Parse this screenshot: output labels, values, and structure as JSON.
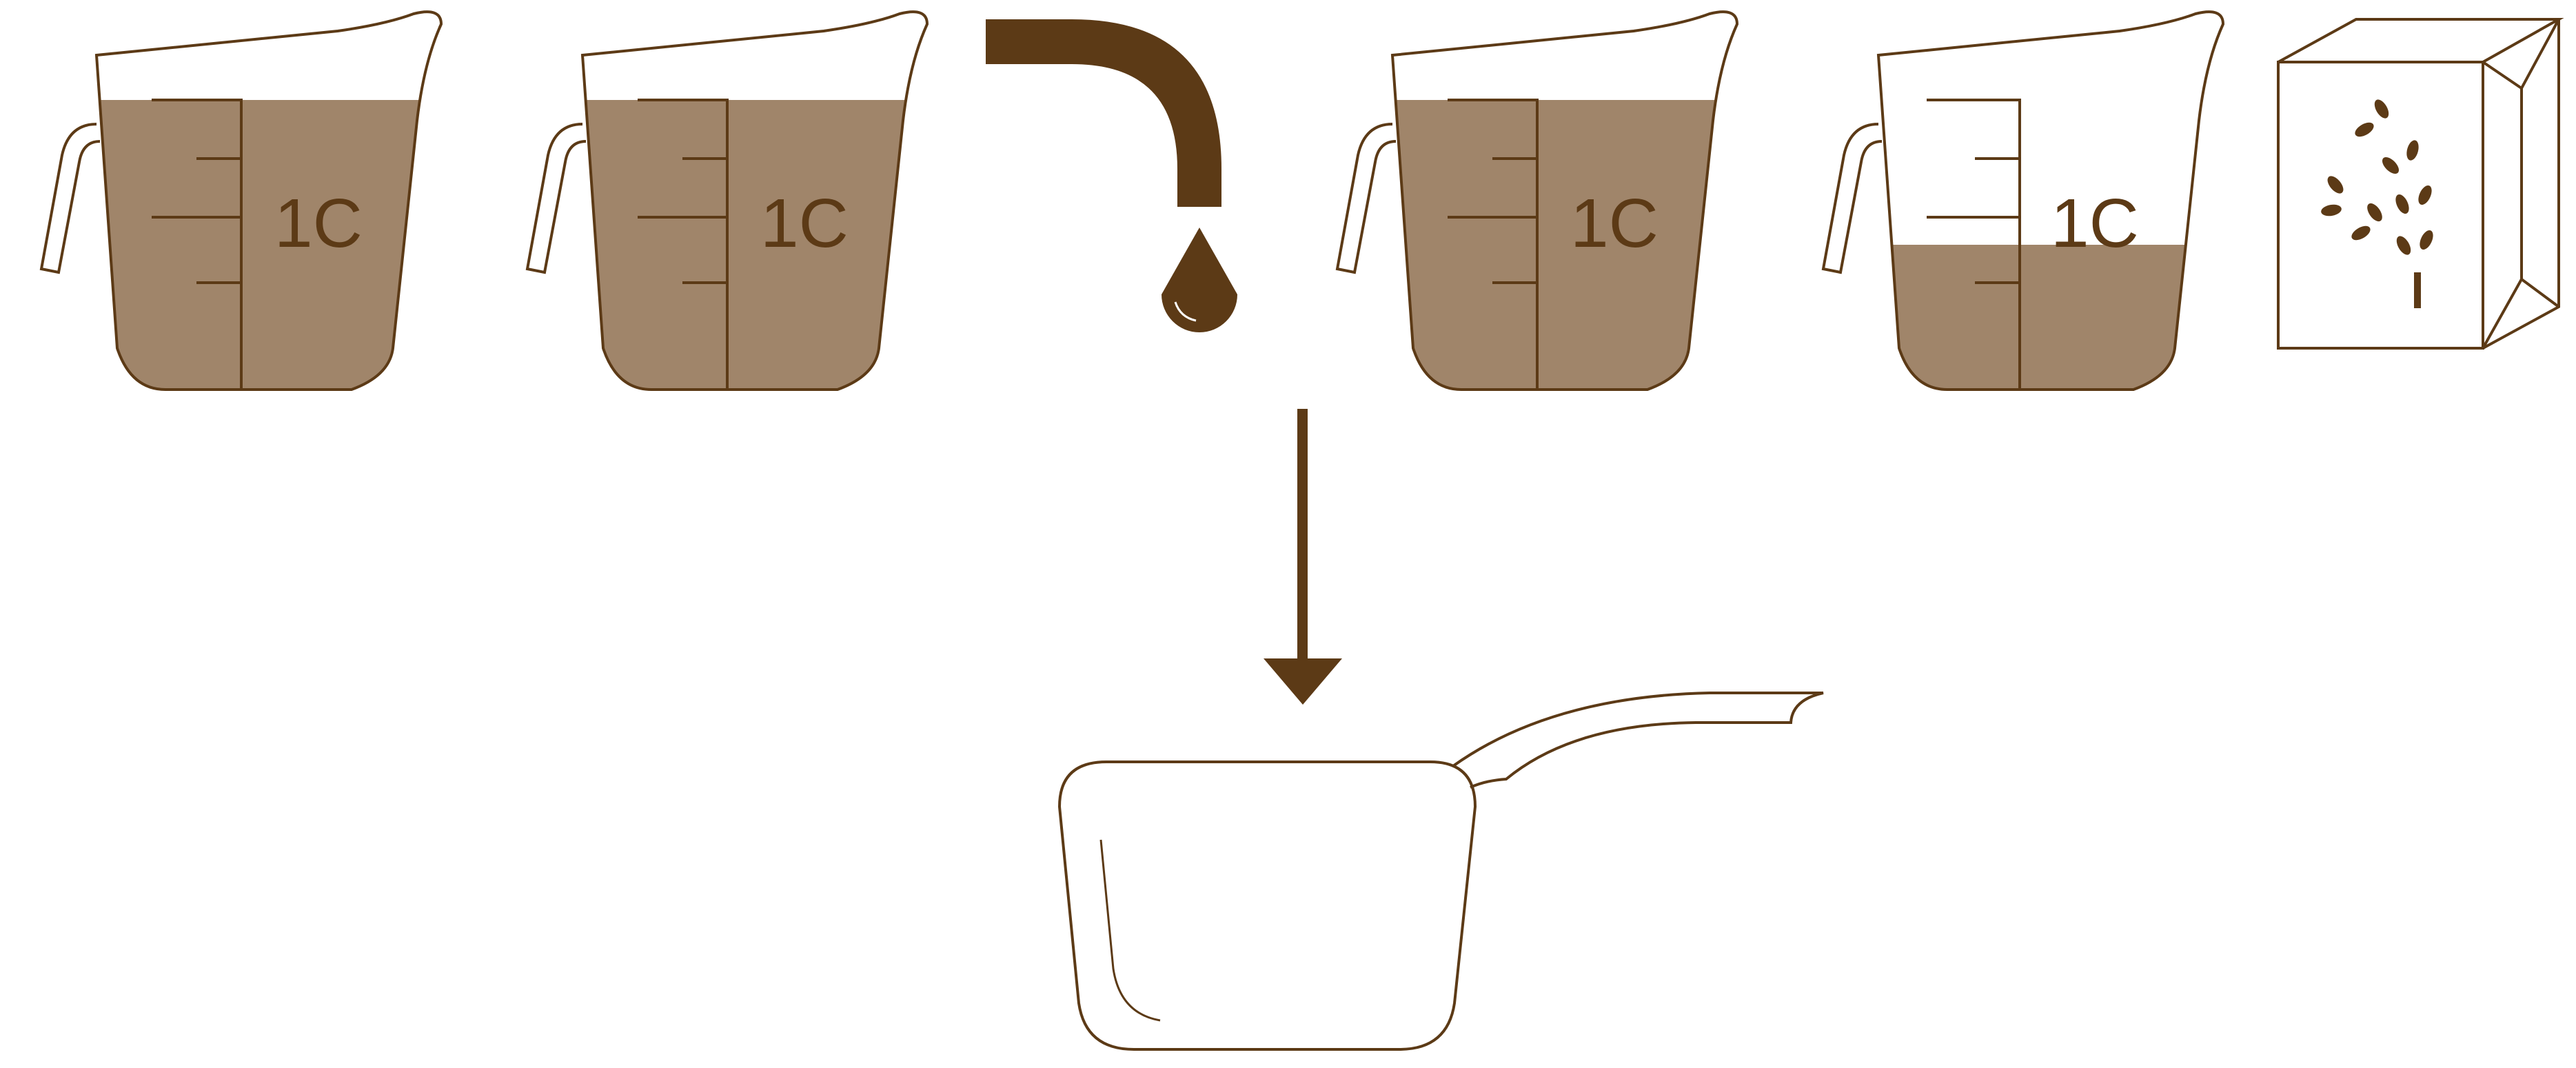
{
  "colors": {
    "outline": "#5c3a16",
    "liquid": "#a0856a",
    "background": "#ffffff"
  },
  "cups": [
    {
      "label": "1C",
      "fill_fraction": 1.0
    },
    {
      "label": "1C",
      "fill_fraction": 1.0
    },
    {
      "label": "1C",
      "fill_fraction": 1.0
    },
    {
      "label": "1C",
      "fill_fraction": 0.5
    }
  ],
  "icons": {
    "faucet": "faucet-icon",
    "water_drop": "water-drop-icon",
    "grain_box": "grain-box-icon",
    "arrow": "arrow-down-icon",
    "saucepan": "saucepan-icon"
  }
}
